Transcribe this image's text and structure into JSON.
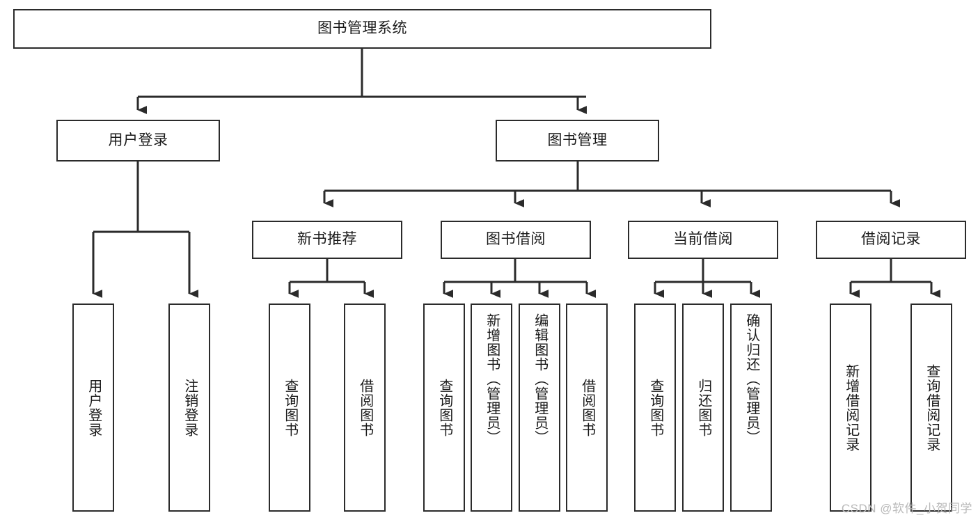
{
  "diagram": {
    "title": "图书管理系统",
    "type": "hierarchy-tree",
    "watermark": "CSDN @软件_小贺同学",
    "colors": {
      "box_border": "#2b2b2b",
      "box_fill": "#ffffff",
      "connector": "#2b2b2b",
      "text": "#1a1a1a",
      "watermark": "#b9b9b9"
    },
    "nodes": {
      "root": {
        "label": "图书管理系统"
      },
      "level2": [
        {
          "label": "用户登录"
        },
        {
          "label": "图书管理"
        }
      ],
      "level3": [
        {
          "label": "新书推荐"
        },
        {
          "label": "图书借阅"
        },
        {
          "label": "当前借阅"
        },
        {
          "label": "借阅记录"
        }
      ],
      "leaves": {
        "user_login": [
          {
            "label": "用户登录"
          },
          {
            "label": "注销登录"
          }
        ],
        "new_book_recommend": [
          {
            "label": "查询图书"
          },
          {
            "label": "借阅图书"
          }
        ],
        "book_borrow": [
          {
            "label": "查询图书"
          },
          {
            "label": "新增图书（管理员）"
          },
          {
            "label": "编辑图书（管理员）"
          },
          {
            "label": "借阅图书"
          }
        ],
        "current_borrow": [
          {
            "label": "查询图书"
          },
          {
            "label": "归还图书"
          },
          {
            "label": "确认归还（管理员）"
          }
        ],
        "borrow_record": [
          {
            "label": "新增借阅记录"
          },
          {
            "label": "查询借阅记录"
          }
        ]
      }
    }
  }
}
